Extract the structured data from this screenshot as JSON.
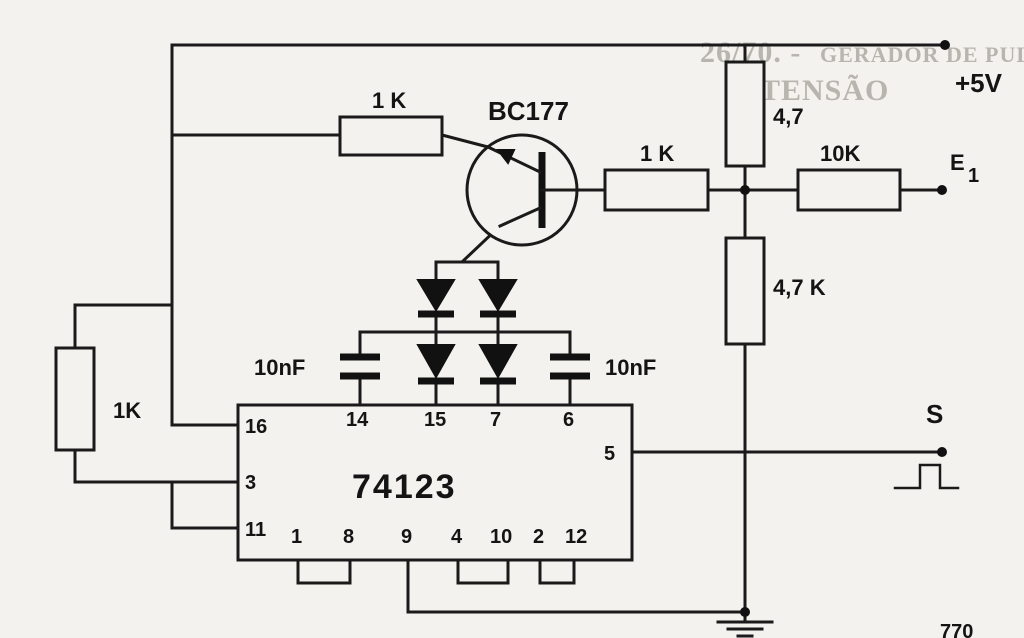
{
  "header": {
    "ghost_line_1": "GERADOR DE PULSOS CONTROLADO PELA",
    "ghost_line_2": "TENSÃO",
    "ghost_number": "26/70. -"
  },
  "labels": {
    "vcc": "+5V",
    "r_top": "1 K",
    "transistor": "BC177",
    "r_base": "1 K",
    "r_47": "4,7",
    "r_10k": "10K",
    "r_47k": "4,7 K",
    "e1": "E",
    "e1_sub": "1",
    "r_left": "1K",
    "cap_left": "10nF",
    "cap_right": "10nF",
    "output": "S",
    "page_corner": "770"
  },
  "ic": {
    "name": "74123",
    "pins": {
      "p16": "16",
      "p3": "3",
      "p11": "11",
      "p14": "14",
      "p15": "15",
      "p7": "7",
      "p6": "6",
      "p5": "5",
      "p1": "1",
      "p8": "8",
      "p9": "9",
      "p4": "4",
      "p10": "10",
      "p2": "2",
      "p12": "12"
    }
  }
}
